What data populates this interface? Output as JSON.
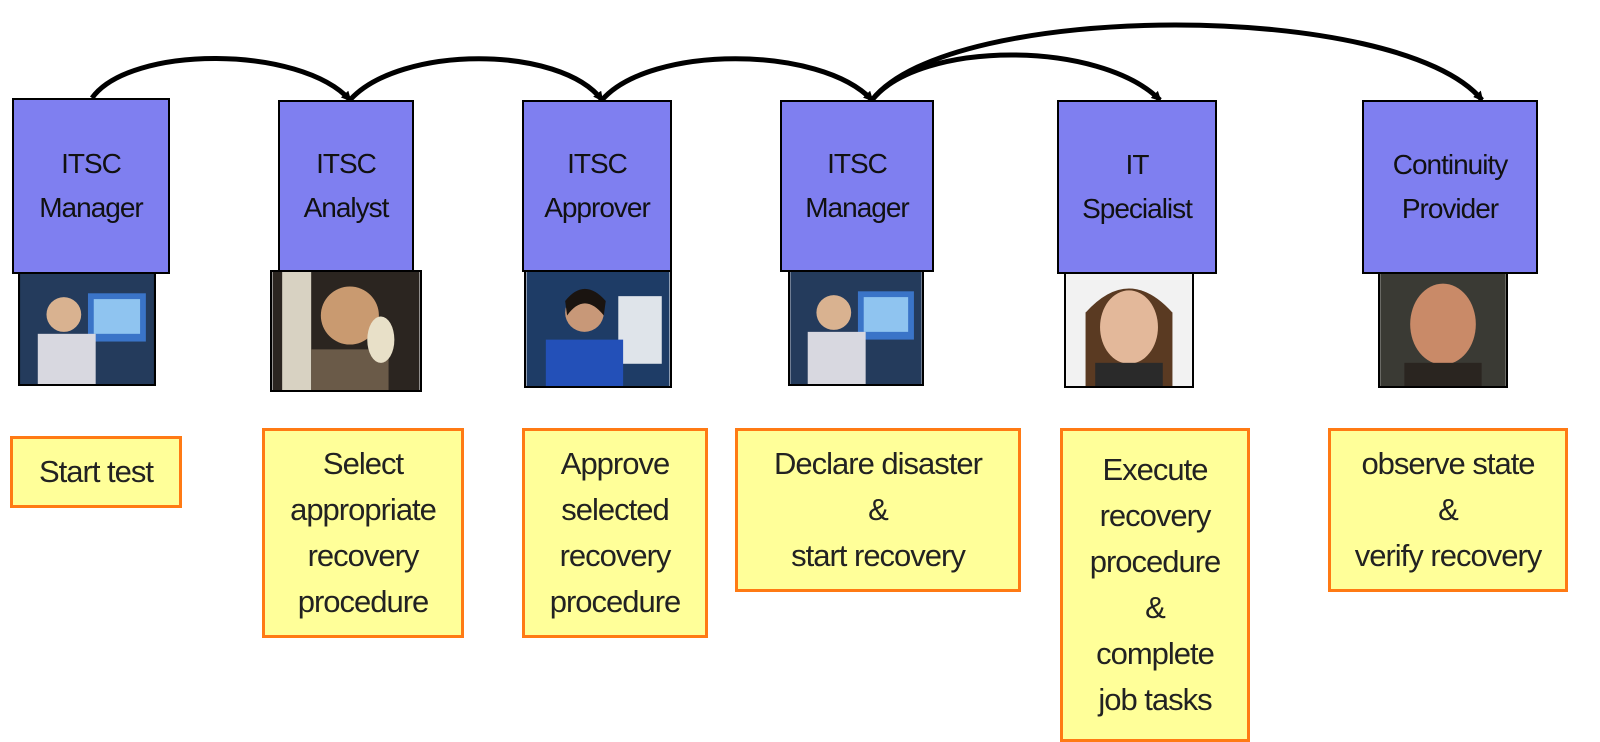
{
  "actors": [
    {
      "id": "a1",
      "label_lines": [
        "ITSC",
        "Manager"
      ],
      "photo_icon": "man-on-phone-at-computer-photo",
      "task_lines": [
        "Start test"
      ]
    },
    {
      "id": "a2",
      "label_lines": [
        "ITSC",
        "Analyst"
      ],
      "photo_icon": "smiling-man-with-phone-photo",
      "task_lines": [
        "Select",
        "appropriate",
        "recovery",
        "procedure"
      ]
    },
    {
      "id": "a3",
      "label_lines": [
        "ITSC",
        "Approver"
      ],
      "photo_icon": "woman-with-headset-photo",
      "task_lines": [
        "Approve",
        "selected",
        "recovery",
        "procedure"
      ]
    },
    {
      "id": "a4",
      "label_lines": [
        "ITSC",
        "Manager"
      ],
      "photo_icon": "man-on-phone-at-computer-photo",
      "task_lines": [
        "Declare disaster",
        "&",
        "start recovery"
      ]
    },
    {
      "id": "a5",
      "label_lines": [
        "IT",
        "Specialist"
      ],
      "photo_icon": "smiling-woman-photo",
      "task_lines": [
        "Execute",
        "recovery",
        "procedure",
        "&",
        "complete",
        "job tasks"
      ]
    },
    {
      "id": "a6",
      "label_lines": [
        "Continuity",
        "Provider"
      ],
      "photo_icon": "bald-man-photo",
      "task_lines": [
        "observe state",
        "&",
        "verify recovery"
      ]
    }
  ],
  "flows": [
    {
      "from": "a1",
      "to": "a2"
    },
    {
      "from": "a2",
      "to": "a3"
    },
    {
      "from": "a3",
      "to": "a4"
    },
    {
      "from": "a4",
      "to": "a5"
    },
    {
      "from": "a4",
      "to": "a6"
    }
  ],
  "colors": {
    "role_fill": "#7f7ff0",
    "task_fill": "#ffff99",
    "task_border": "#ff7a14",
    "arrow": "#000000"
  }
}
